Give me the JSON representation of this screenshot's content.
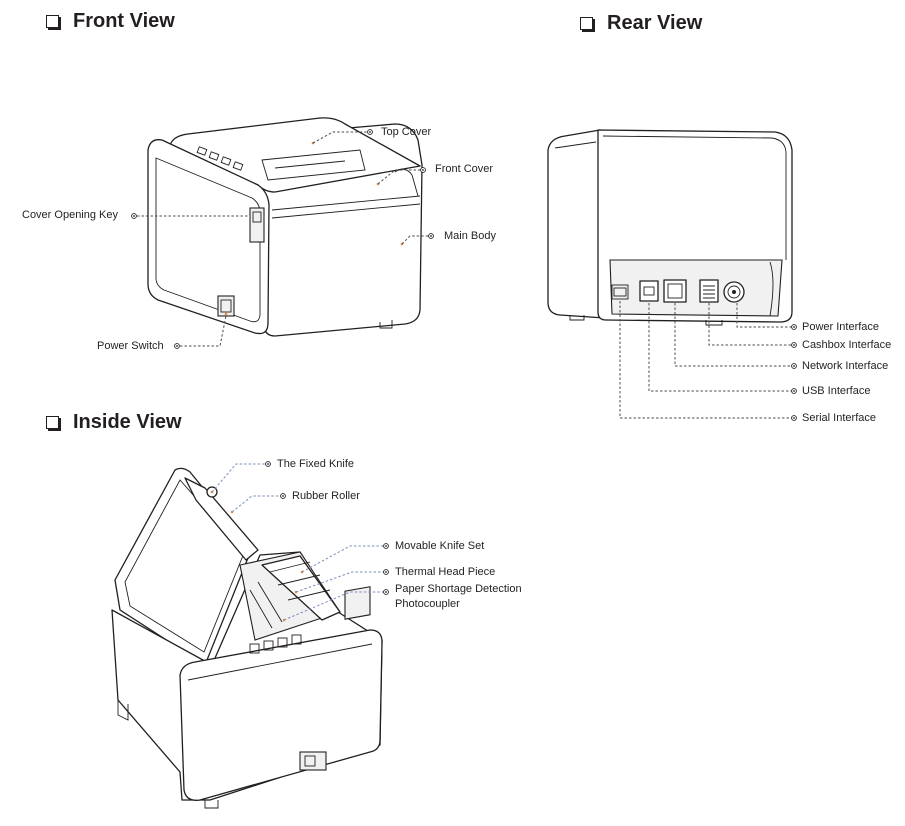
{
  "titles": {
    "front": "Front View",
    "rear": "Rear View",
    "inside": "Inside View"
  },
  "front_labels": {
    "top_cover": "Top Cover",
    "front_cover": "Front Cover",
    "cover_opening_key": "Cover Opening Key",
    "main_body": "Main Body",
    "power_switch": "Power Switch"
  },
  "rear_labels": {
    "power_interface": "Power Interface",
    "cashbox_interface": "Cashbox Interface",
    "network_interface": "Network Interface",
    "usb_interface": "USB Interface",
    "serial_interface": "Serial Interface"
  },
  "inside_labels": {
    "fixed_knife": "The Fixed Knife",
    "rubber_roller": "Rubber Roller",
    "movable_knife_set": "Movable Knife Set",
    "thermal_head_piece": "Thermal Head Piece",
    "paper_shortage_line1": "Paper Shortage Detection",
    "paper_shortage_line2": "Photocoupler"
  },
  "colors": {
    "line": "#231f20",
    "leader_dash": "#4d4d4f",
    "inside_leader_dash": "#7a8fbd",
    "marker_accent": "#e58a3c"
  }
}
